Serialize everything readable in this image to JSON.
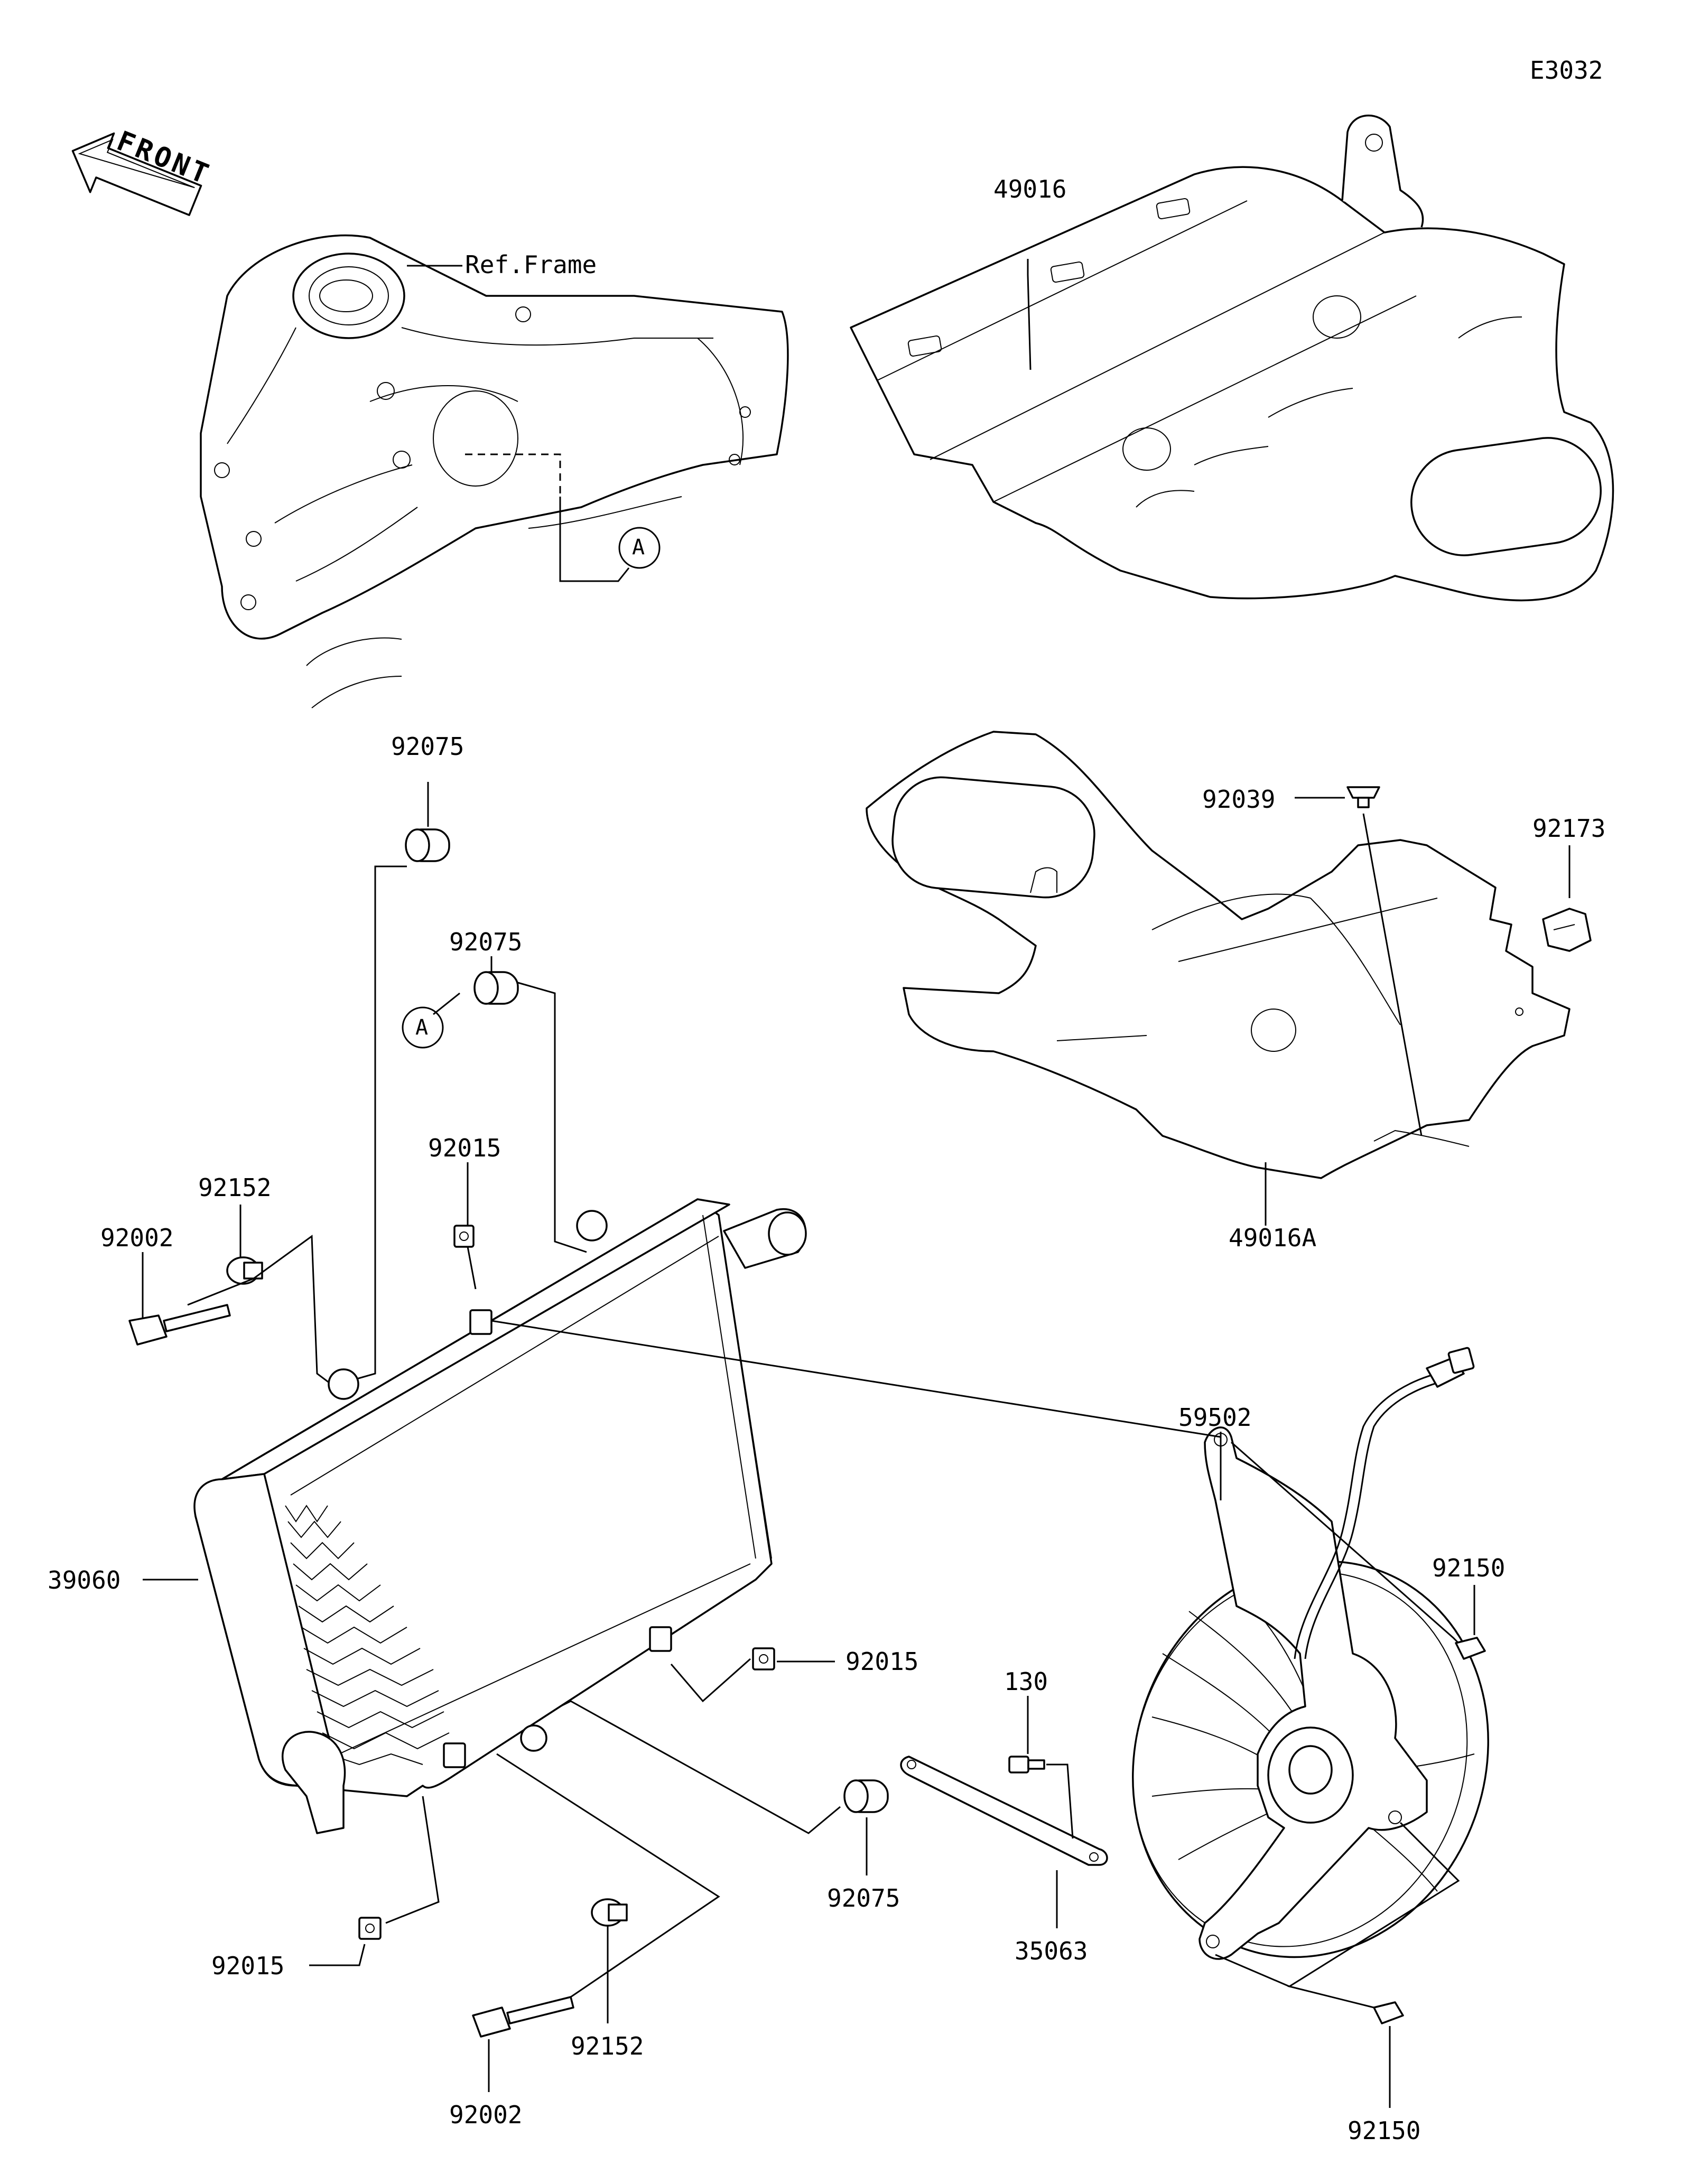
{
  "diagram": {
    "code": "E3032",
    "front_label": "FRONT",
    "ref_label": "Ref.Frame",
    "marker_a": "A"
  },
  "callouts": [
    {
      "id": "49016",
      "text": "49016"
    },
    {
      "id": "92075-top",
      "text": "92075"
    },
    {
      "id": "92075-mid",
      "text": "92075"
    },
    {
      "id": "92039",
      "text": "92039"
    },
    {
      "id": "92173",
      "text": "92173"
    },
    {
      "id": "92015-top",
      "text": "92015"
    },
    {
      "id": "92152-top",
      "text": "92152"
    },
    {
      "id": "92002-top",
      "text": "92002"
    },
    {
      "id": "49016A",
      "text": "49016A"
    },
    {
      "id": "59502",
      "text": "59502"
    },
    {
      "id": "92150-top",
      "text": "92150"
    },
    {
      "id": "39060",
      "text": "39060"
    },
    {
      "id": "92015-right",
      "text": "92015"
    },
    {
      "id": "130",
      "text": "130"
    },
    {
      "id": "92075-bottom",
      "text": "92075"
    },
    {
      "id": "35063",
      "text": "35063"
    },
    {
      "id": "92015-bottom",
      "text": "92015"
    },
    {
      "id": "92152-bottom",
      "text": "92152"
    },
    {
      "id": "92002-bottom",
      "text": "92002"
    },
    {
      "id": "92150-bottom",
      "text": "92150"
    }
  ]
}
